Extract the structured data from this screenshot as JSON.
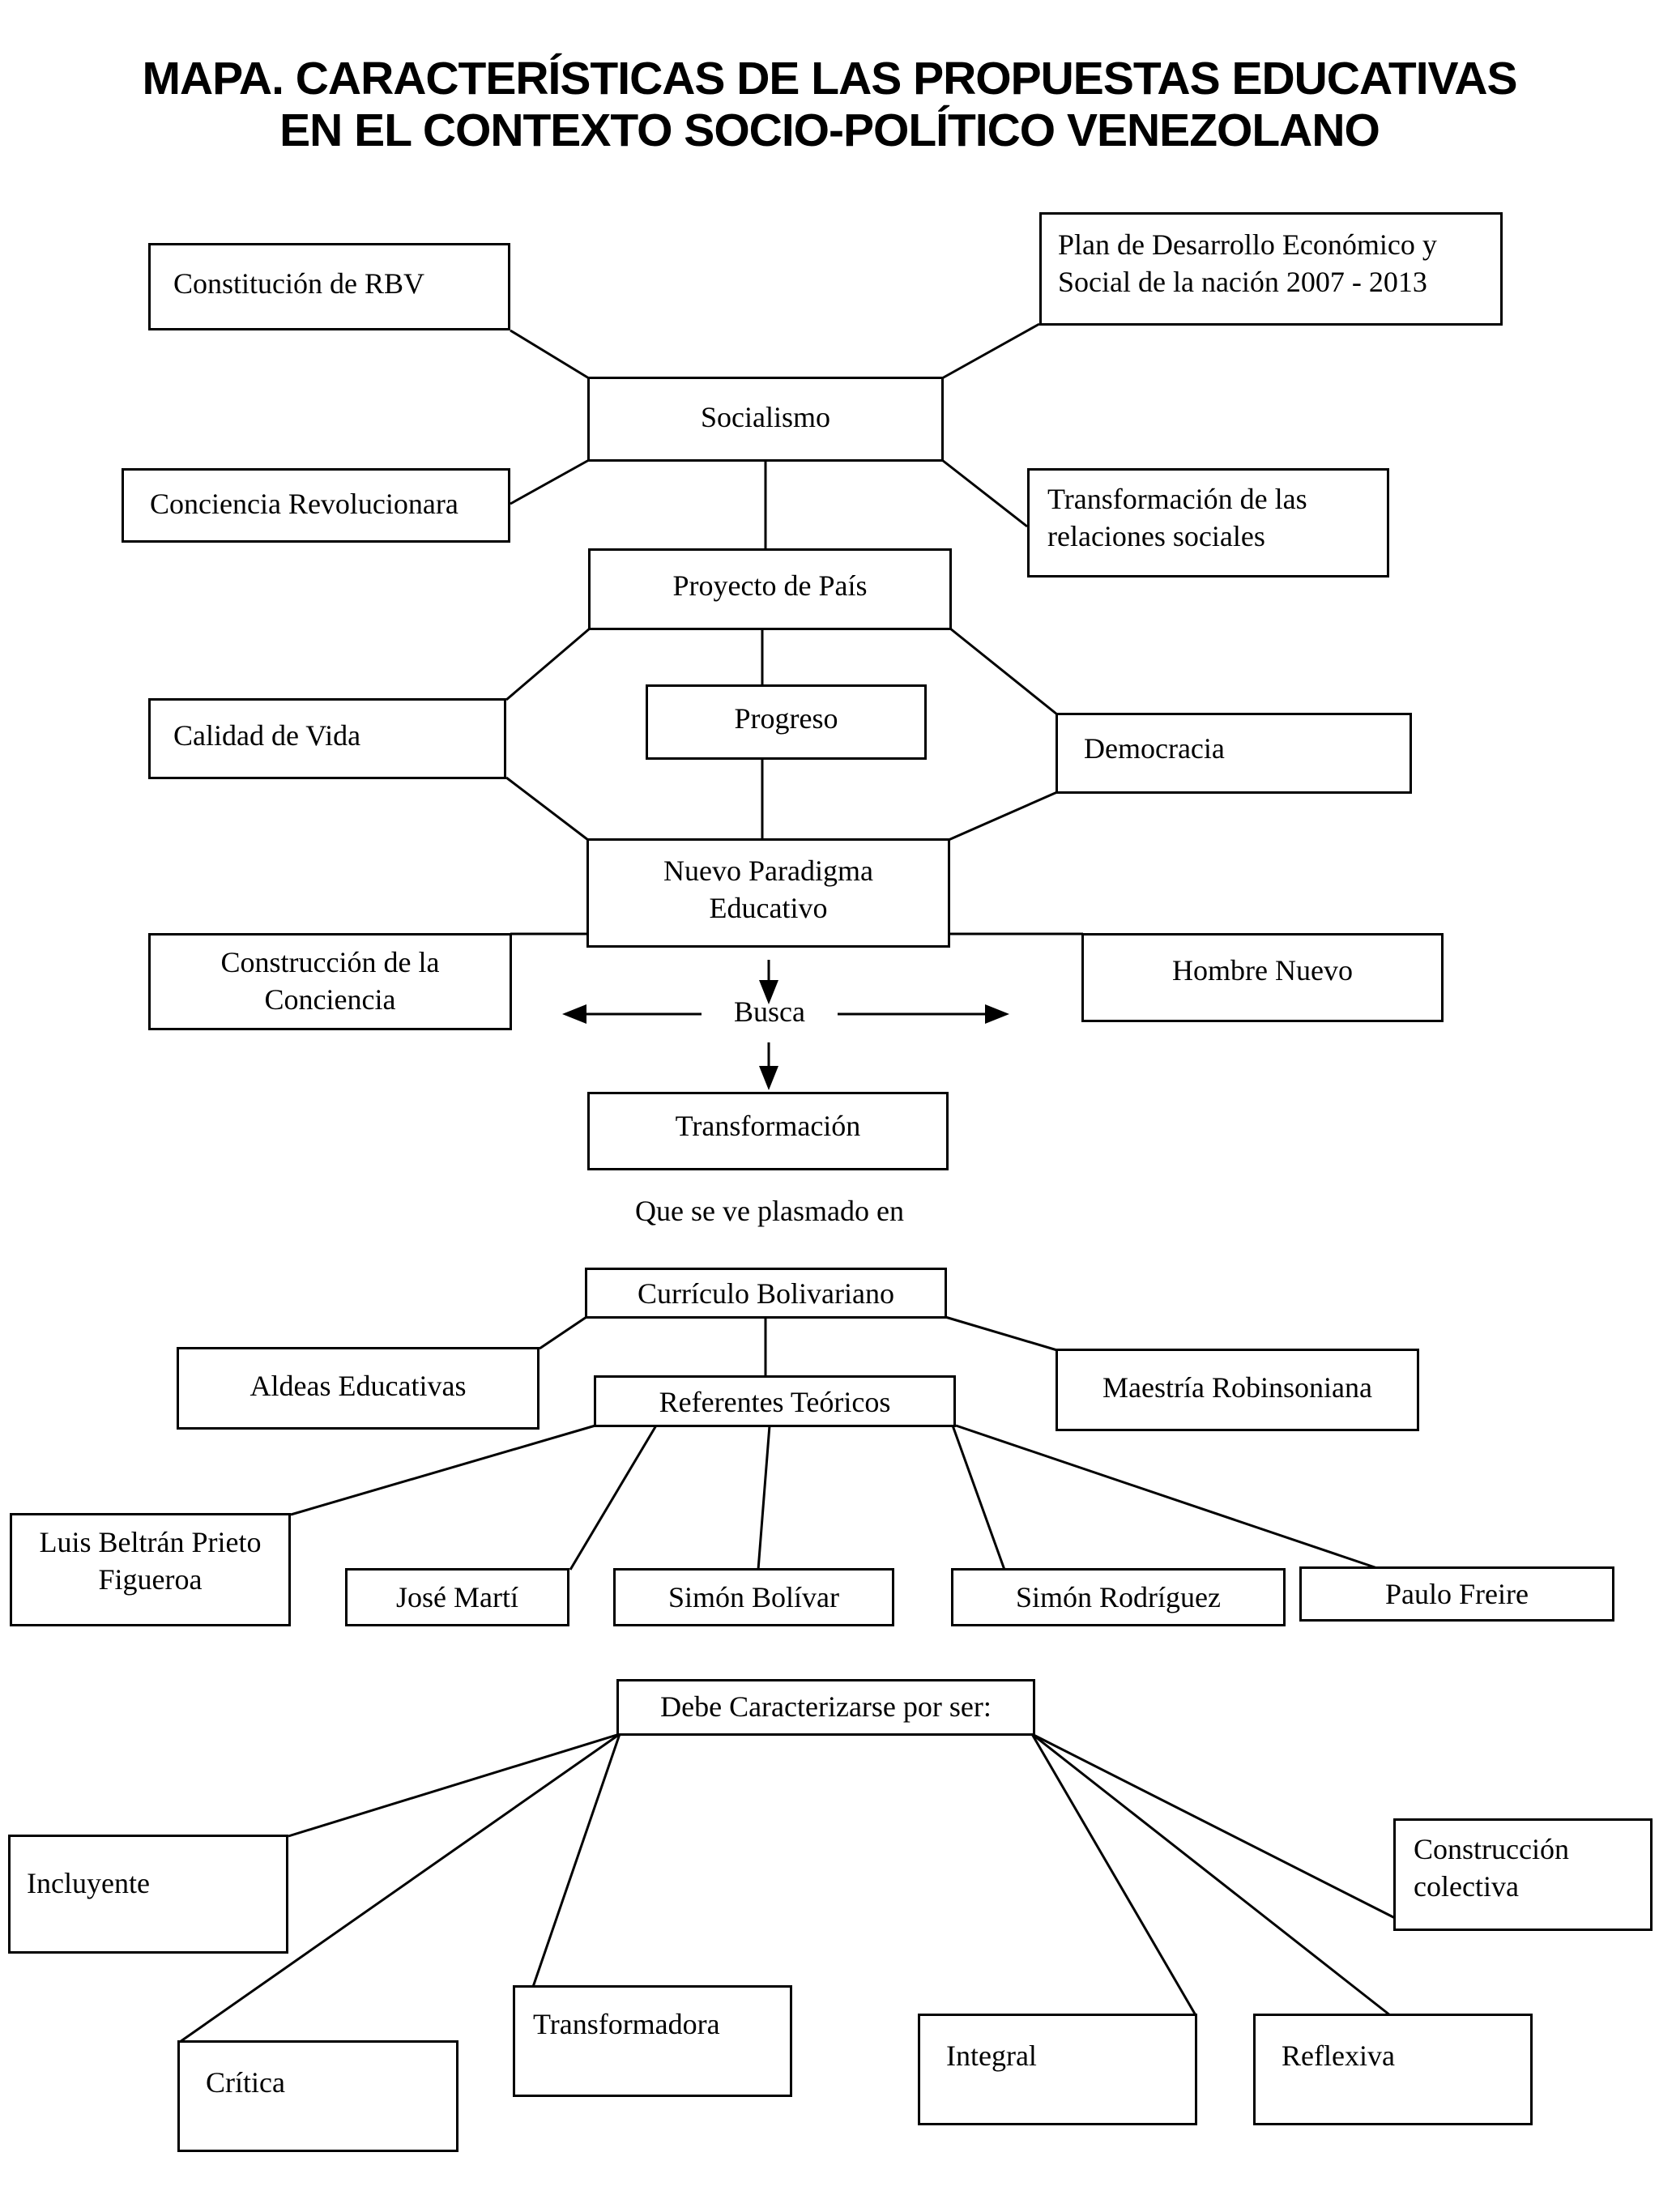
{
  "title": {
    "line1": "MAPA. CARACTERÍSTICAS DE LAS PROPUESTAS EDUCATIVAS",
    "line2": "EN EL CONTEXTO SOCIO-POLÍTICO VENEZOLANO"
  },
  "colors": {
    "ink": "#000000",
    "background": "#ffffff"
  },
  "free_text": {
    "busca": "Busca",
    "plasmado": "Que se ve plasmado en"
  },
  "nodes": {
    "constitucion": {
      "label": "Constitución de RBV"
    },
    "plan": {
      "label": "Plan de Desarrollo Económico y\nSocial de la nación 2007 - 2013"
    },
    "socialismo": {
      "label": "Socialismo"
    },
    "conciencia_rev": {
      "label": "Conciencia Revolucionara"
    },
    "transf_relaciones": {
      "label": "Transformación de las\nrelaciones sociales"
    },
    "proyecto_pais": {
      "label": "Proyecto de País"
    },
    "calidad_vida": {
      "label": "Calidad de Vida"
    },
    "progreso": {
      "label": "Progreso"
    },
    "democracia": {
      "label": "Democracia"
    },
    "nuevo_paradigma": {
      "label": "Nuevo Paradigma\nEducativo"
    },
    "construccion_conc": {
      "label": "Construcción de la\nConciencia"
    },
    "hombre_nuevo": {
      "label": "Hombre Nuevo"
    },
    "transformacion": {
      "label": "Transformación"
    },
    "curriculo": {
      "label": "Currículo Bolivariano"
    },
    "aldeas": {
      "label": "Aldeas Educativas"
    },
    "referentes": {
      "label": "Referentes Teóricos"
    },
    "maestria": {
      "label": "Maestría Robinsoniana"
    },
    "luis_beltran": {
      "label": "Luis Beltrán Prieto\nFigueroa"
    },
    "jose_marti": {
      "label": "José Martí"
    },
    "simon_bolivar": {
      "label": "Simón Bolívar"
    },
    "simon_rodriguez": {
      "label": "Simón Rodríguez"
    },
    "paulo_freire": {
      "label": "Paulo Freire"
    },
    "debe_caracterizarse": {
      "label": "Debe Caracterizarse por ser:"
    },
    "incluyente": {
      "label": "Incluyente"
    },
    "critica": {
      "label": "Crítica"
    },
    "transformadora": {
      "label": "Transformadora"
    },
    "integral": {
      "label": "Integral"
    },
    "reflexiva": {
      "label": "Reflexiva"
    },
    "construccion_col": {
      "label": "Construcción\ncolectiva"
    }
  }
}
